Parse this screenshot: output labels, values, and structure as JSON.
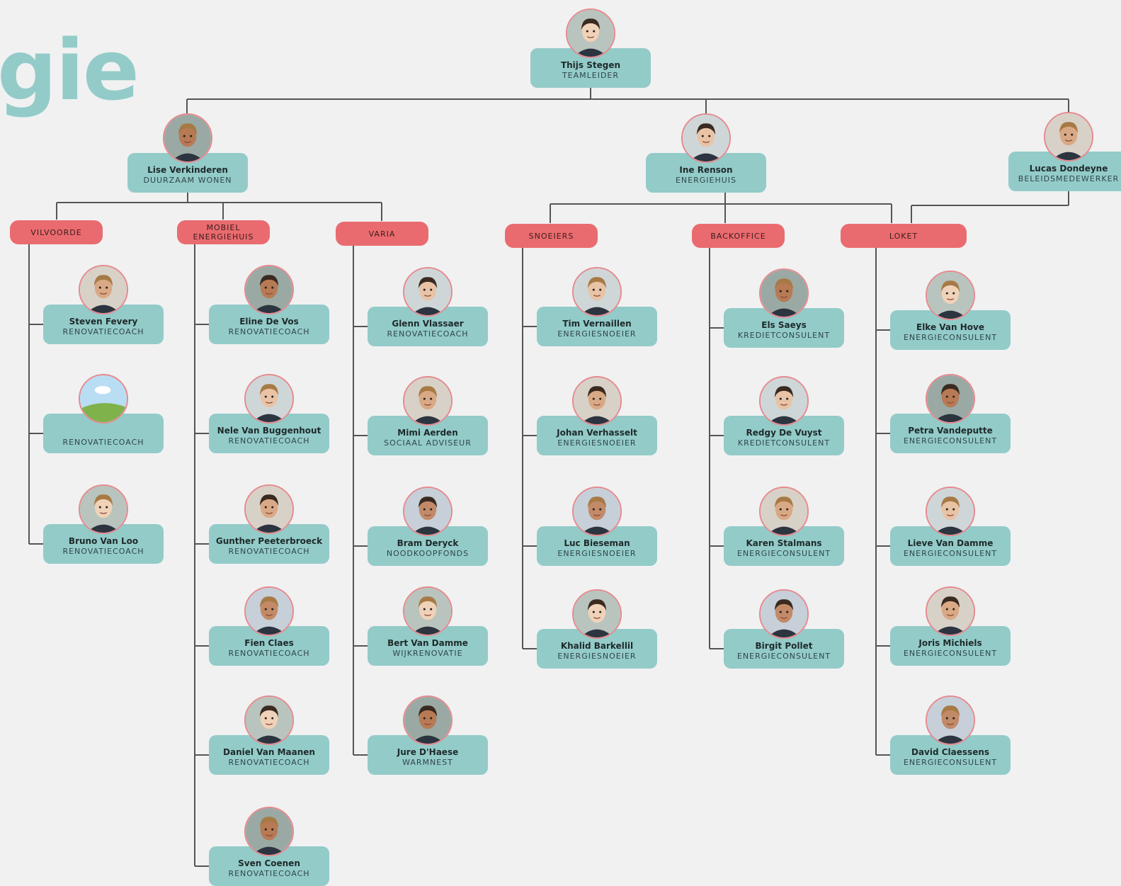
{
  "header": {
    "title_fragment": "gie"
  },
  "colors": {
    "card": "#93cbc9",
    "pill": "#ea6b6f",
    "ring": "#e58a8f",
    "line": "#555555"
  },
  "top": {
    "name": "Thijs Stegen",
    "role": "TEAMLEIDER"
  },
  "leads": [
    {
      "name": "Lise Verkinderen",
      "role": "DUURZAAM WONEN"
    },
    {
      "name": "Ine Renson",
      "role": "ENERGIEHUIS"
    },
    {
      "name": "Lucas Dondeyne",
      "role": "BELEIDSMEDEWERKER"
    }
  ],
  "teams": [
    {
      "label": "VILVOORDE",
      "members": [
        {
          "name": "Steven Fevery",
          "role": "RENOVATIECOACH"
        },
        {
          "name": "",
          "role": "RENOVATIECOACH"
        },
        {
          "name": "Bruno Van Loo",
          "role": "RENOVATIECOACH"
        }
      ]
    },
    {
      "label": "MOBIEL ENERGIEHUIS",
      "members": [
        {
          "name": "Eline De Vos",
          "role": "RENOVATIECOACH"
        },
        {
          "name": "Nele Van Buggenhout",
          "role": "RENOVATIECOACH"
        },
        {
          "name": "Gunther Peeterbroeck",
          "role": "RENOVATIECOACH"
        },
        {
          "name": "Fien Claes",
          "role": "RENOVATIECOACH"
        },
        {
          "name": "Daniel Van Maanen",
          "role": "RENOVATIECOACH"
        },
        {
          "name": "Sven Coenen",
          "role": "RENOVATIECOACH"
        }
      ]
    },
    {
      "label": "VARIA",
      "members": [
        {
          "name": "Glenn Vlassaer",
          "role": "RENOVATIECOACH"
        },
        {
          "name": "Mimi Aerden",
          "role": "SOCIAAL ADVISEUR"
        },
        {
          "name": "Bram Deryck",
          "role": "NOODKOOPFONDS"
        },
        {
          "name": "Bert Van Damme",
          "role": "WIJKRENOVATIE"
        },
        {
          "name": "Jure D'Haese",
          "role": "WARMNEST"
        }
      ]
    },
    {
      "label": "SNOEIERS",
      "members": [
        {
          "name": "Tim Vernaillen",
          "role": "ENERGIESNOEIER"
        },
        {
          "name": "Johan Verhasselt",
          "role": "ENERGIESNOEIER"
        },
        {
          "name": "Luc Bieseman",
          "role": "ENERGIESNOEIER"
        },
        {
          "name": "Khalid Barkellil",
          "role": "ENERGIESNOEIER"
        }
      ]
    },
    {
      "label": "BACKOFFICE",
      "members": [
        {
          "name": "Els Saeys",
          "role": "KREDIETCONSULENT"
        },
        {
          "name": "Redgy De Vuyst",
          "role": "KREDIETCONSULENT"
        },
        {
          "name": "Karen Stalmans",
          "role": "ENERGIECONSULENT"
        },
        {
          "name": "Birgit Pollet",
          "role": "ENERGIECONSULENT"
        }
      ]
    },
    {
      "label": "LOKET",
      "members": [
        {
          "name": "Elke Van Hove",
          "role": "ENERGIECONSULENT"
        },
        {
          "name": "Petra Vandeputte",
          "role": "ENERGIECONSULENT"
        },
        {
          "name": "Lieve Van Damme",
          "role": "ENERGIECONSULENT"
        },
        {
          "name": "Joris Michiels",
          "role": "ENERGIECONSULENT"
        },
        {
          "name": "David Claessens",
          "role": "ENERGIECONSULENT"
        }
      ]
    }
  ]
}
